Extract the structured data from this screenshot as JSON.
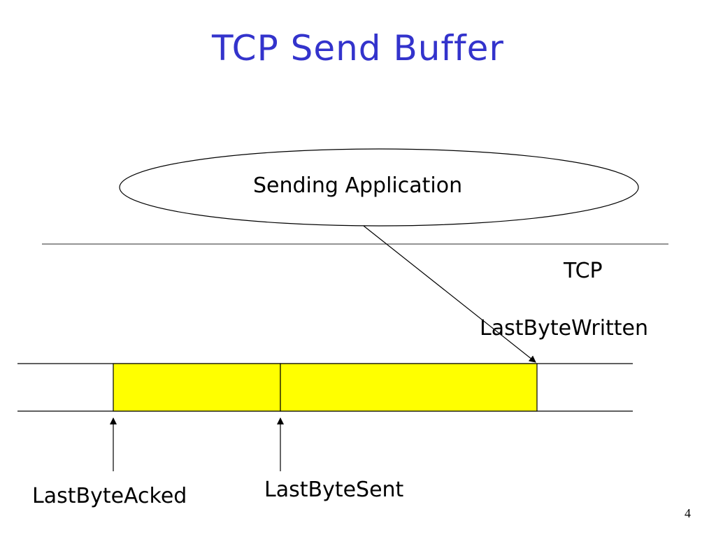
{
  "slide": {
    "title": "TCP Send Buffer",
    "page_number": "4"
  },
  "diagram": {
    "application_label": "Sending Application",
    "layer_label": "TCP",
    "pointers": {
      "last_byte_written": "LastByteWritten",
      "last_byte_acked": "LastByteAcked",
      "last_byte_sent": "LastByteSent"
    }
  },
  "colors": {
    "title": "#3333cc",
    "buffer_fill": "#ffff00",
    "line": "#000000"
  }
}
